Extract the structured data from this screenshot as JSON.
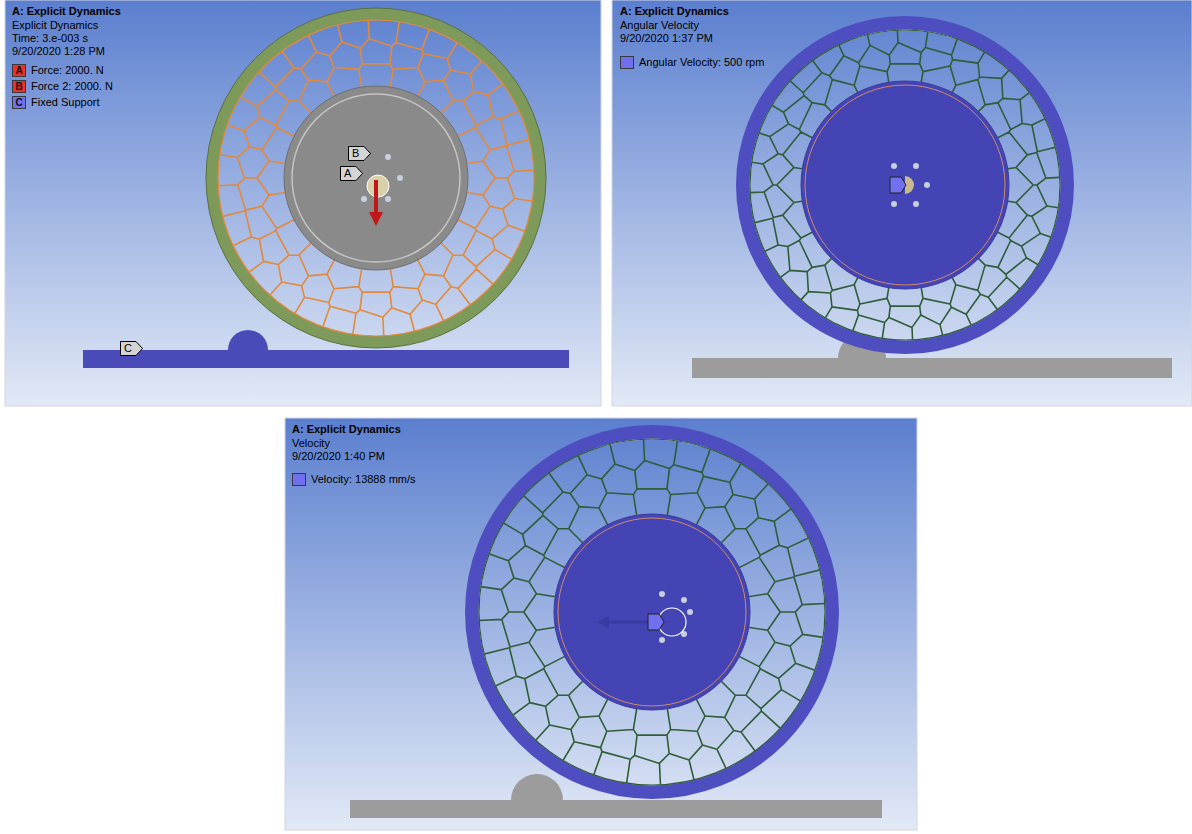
{
  "diagram": {
    "nodes": [
      {
        "text": [
          "B"
        ]
      },
      {
        "text": [
          "A"
        ]
      },
      {
        "text": [
          "C"
        ]
      }
    ],
    "labels": [
      "A: Explicit Dynamics",
      "Explicit Dynamics",
      "Time: 3.e-003 s",
      "9/20/2020 1:28 PM",
      "A",
      "B",
      "C",
      "A: Explicit Dynamics",
      "Angular Velocity",
      "9/20/2020 1:37 PM",
      "A: Explicit Dynamics",
      "Velocity",
      "9/20/2020 1:40 PM"
    ],
    "legend": [
      {
        "text": "Force: 2000. N",
        "color": "#e8322b"
      },
      {
        "text": "Force 2: 2000. N",
        "color": "#e8322b"
      },
      {
        "text": "Fixed Support",
        "color": "#7070f0"
      },
      {
        "text": "Angular Velocity: 500 rpm",
        "color": "#6f6fef"
      },
      {
        "text": "Velocity: 13888 mm/s",
        "color": "#6f6fef"
      }
    ]
  }
}
